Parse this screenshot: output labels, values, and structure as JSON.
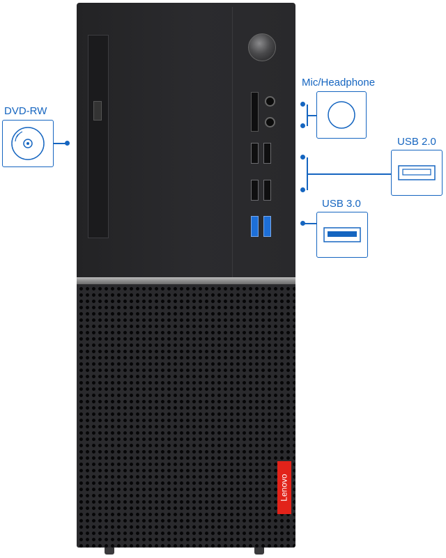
{
  "labels": {
    "dvd": "DVD-RW",
    "mic": "Mic/Headphone",
    "usb2": "USB 2.0",
    "usb3": "USB 3.0"
  },
  "brand": {
    "logo_text": "Lenovo",
    "logo_color": "#e2231a"
  },
  "colors": {
    "accent": "#1565c0",
    "usb3_port": "#1d6fd8"
  },
  "icons": [
    "dvd-disc-icon",
    "headphone-jack-icon",
    "usb-port-icon",
    "usb3-port-icon"
  ]
}
